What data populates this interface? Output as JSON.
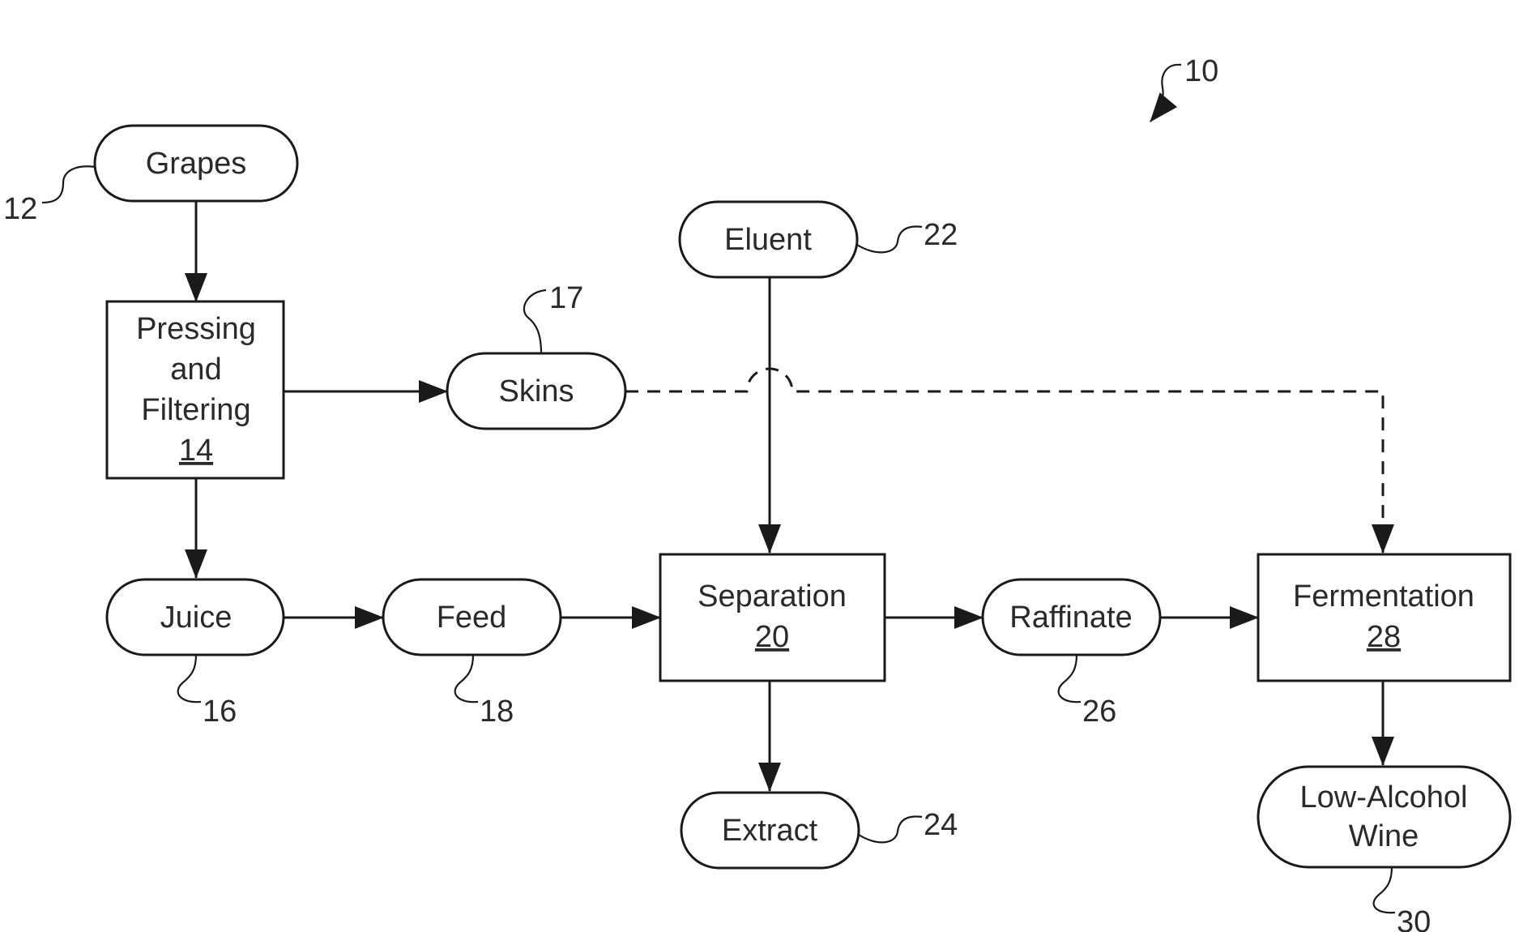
{
  "diagram": {
    "figure_ref": "10",
    "nodes": {
      "grapes": {
        "label": "Grapes",
        "ref": "12"
      },
      "pressing": {
        "lines": [
          "Pressing",
          "and",
          "Filtering"
        ],
        "ref": "14"
      },
      "skins": {
        "label": "Skins",
        "ref": "17"
      },
      "eluent": {
        "label": "Eluent",
        "ref": "22"
      },
      "juice": {
        "label": "Juice",
        "ref": "16"
      },
      "feed": {
        "label": "Feed",
        "ref": "18"
      },
      "separation": {
        "label": "Separation",
        "ref": "20"
      },
      "raffinate": {
        "label": "Raffinate",
        "ref": "26"
      },
      "fermentation": {
        "label": "Fermentation",
        "ref": "28"
      },
      "extract": {
        "label": "Extract",
        "ref": "24"
      },
      "wine": {
        "lines": [
          "Low-Alcohol",
          "Wine"
        ],
        "ref": "30"
      }
    },
    "edges": [
      {
        "from": "Grapes",
        "to": "Pressing and Filtering",
        "style": "solid"
      },
      {
        "from": "Pressing and Filtering",
        "to": "Skins",
        "style": "solid"
      },
      {
        "from": "Pressing and Filtering",
        "to": "Juice",
        "style": "solid"
      },
      {
        "from": "Juice",
        "to": "Feed",
        "style": "solid"
      },
      {
        "from": "Feed",
        "to": "Separation",
        "style": "solid"
      },
      {
        "from": "Eluent",
        "to": "Separation",
        "style": "solid"
      },
      {
        "from": "Separation",
        "to": "Raffinate",
        "style": "solid"
      },
      {
        "from": "Separation",
        "to": "Extract",
        "style": "solid"
      },
      {
        "from": "Raffinate",
        "to": "Fermentation",
        "style": "solid"
      },
      {
        "from": "Skins",
        "to": "Fermentation",
        "style": "dashed"
      },
      {
        "from": "Fermentation",
        "to": "Low-Alcohol Wine",
        "style": "solid"
      }
    ]
  }
}
